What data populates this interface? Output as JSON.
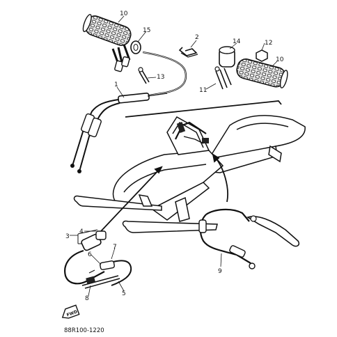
{
  "callouts": {
    "c1": "1",
    "c2": "2",
    "c3": "3",
    "c4": "4",
    "c5": "5",
    "c6": "6",
    "c7": "7",
    "c8": "8",
    "c9": "9",
    "c10a": "10",
    "c10b": "10",
    "c11": "11",
    "c12": "12",
    "c13": "13",
    "c14": "14",
    "c15": "15"
  },
  "fwd_label": "FWD",
  "diagram_code": "88R100-1220"
}
